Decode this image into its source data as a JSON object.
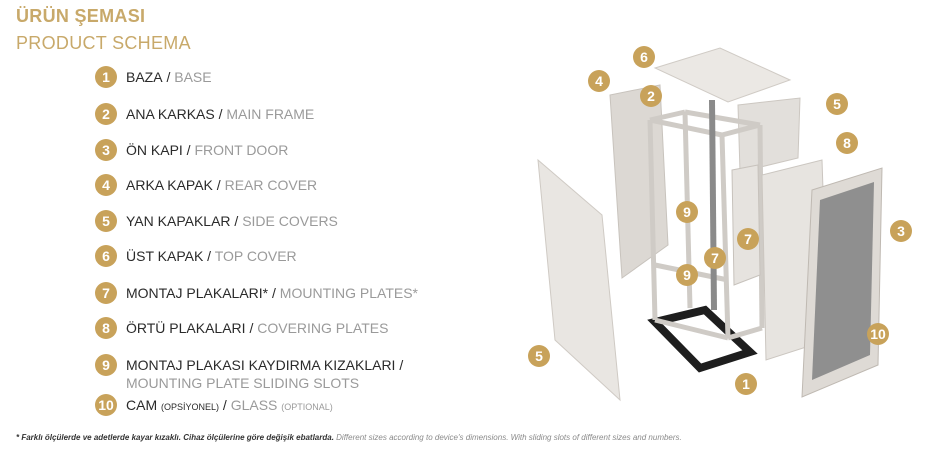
{
  "title_tr": "ÜRÜN ŞEMASI",
  "title_en": "PRODUCT SCHEMA",
  "legend": [
    {
      "num": "1",
      "tr": "BAZA",
      "en": "BASE"
    },
    {
      "num": "2",
      "tr": "ANA KARKAS",
      "en": "MAIN FRAME"
    },
    {
      "num": "3",
      "tr": "ÖN KAPI",
      "en": "FRONT DOOR"
    },
    {
      "num": "4",
      "tr": "ARKA KAPAK",
      "en": "REAR COVER"
    },
    {
      "num": "5",
      "tr": "YAN KAPAKLAR",
      "en": "SIDE COVERS"
    },
    {
      "num": "6",
      "tr": "ÜST KAPAK",
      "en": "TOP COVER"
    },
    {
      "num": "7",
      "tr": "MONTAJ PLAKALARI*",
      "en": "MOUNTING PLATES*"
    },
    {
      "num": "8",
      "tr": "ÖRTÜ PLAKALARI",
      "en": "COVERING PLATES"
    },
    {
      "num": "9",
      "tr": "MONTAJ PLAKASI KAYDIRMA KIZAKLARI",
      "en": "MOUNTING PLATE SLIDING SLOTS"
    },
    {
      "num": "10",
      "tr": "CAM",
      "tr_note": "(OPSİYONEL)",
      "en": "GLASS",
      "en_note": "(OPTIONAL)"
    }
  ],
  "callouts": [
    "6",
    "4",
    "2",
    "5",
    "8",
    "9",
    "7",
    "7",
    "3",
    "9",
    "5",
    "10",
    "1"
  ],
  "footnote_tr": "* Farklı ölçülerde ve adetlerde kayar kızaklı. Cihaz ölçülerine göre değişik ebatlarda.",
  "footnote_en": "Different sizes according to device's dimensions. With sliding slots of different sizes and numbers.",
  "colors": {
    "accent": "#c8a25a",
    "title": "#c8a96a",
    "panel": "#e6e2dd",
    "frame": "#d9d6d2",
    "base": "#1e1e1e",
    "glass": "#8f8f8f"
  }
}
